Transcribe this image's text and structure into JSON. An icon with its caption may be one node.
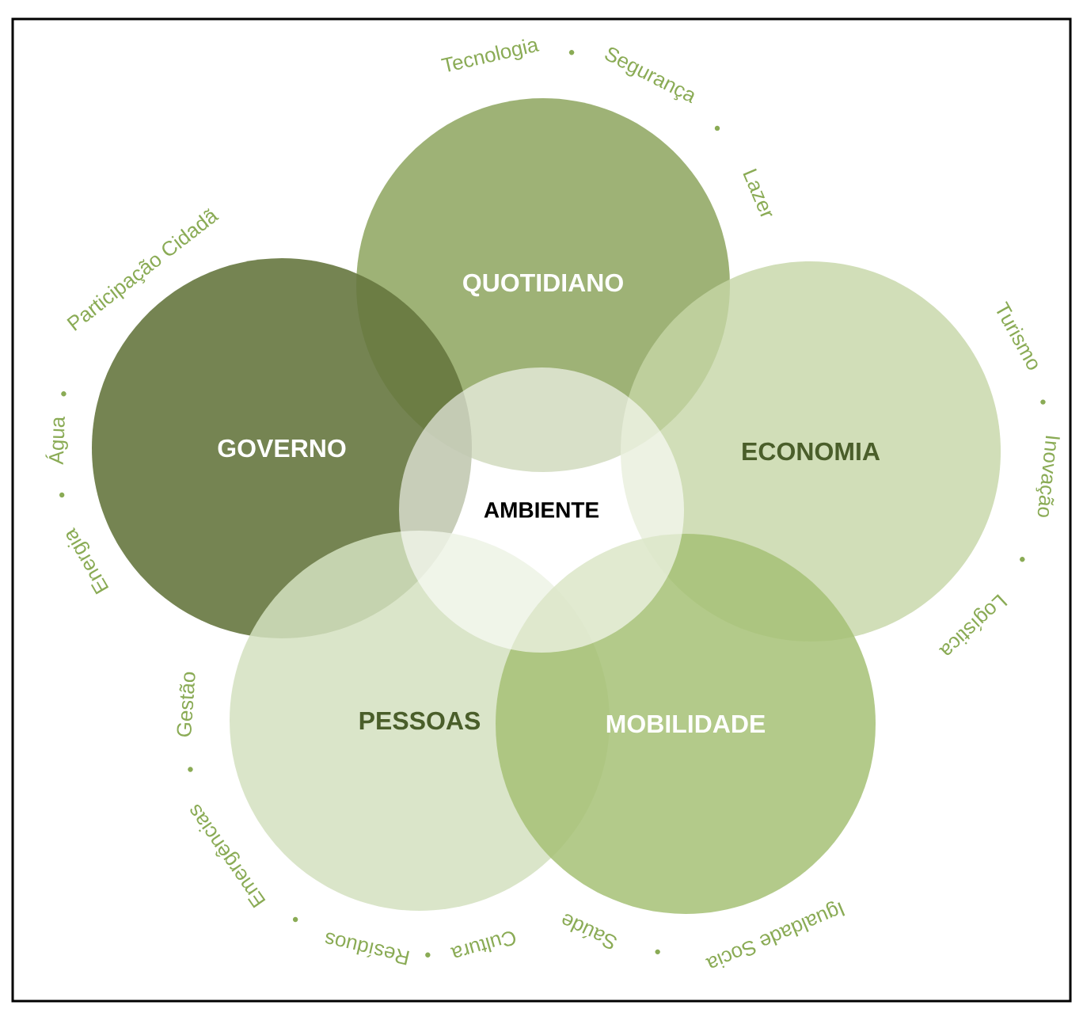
{
  "diagram": {
    "nodes": [
      {
        "text": [
          "QUOTIDIANO"
        ],
        "beside": [
          "Tecnologia",
          "Segurança",
          "Lazer"
        ]
      },
      {
        "text": [
          "GOVERNO"
        ],
        "beside": [
          "Participação Cidadã",
          "Água",
          "Energia"
        ]
      },
      {
        "text": [
          "AMBIENTE"
        ]
      },
      {
        "text": [
          "ECONOMIA"
        ],
        "beside": [
          "Turismo",
          "Inovação",
          "Logística"
        ]
      },
      {
        "text": [
          "PESSOAS"
        ],
        "beside": [
          "Gestão",
          "Emergências",
          "Resíduos",
          "Cultura"
        ]
      },
      {
        "text": [
          "MOBILIDADE"
        ],
        "beside": [
          "Saúde",
          "Igualdade Socia"
        ]
      }
    ]
  }
}
